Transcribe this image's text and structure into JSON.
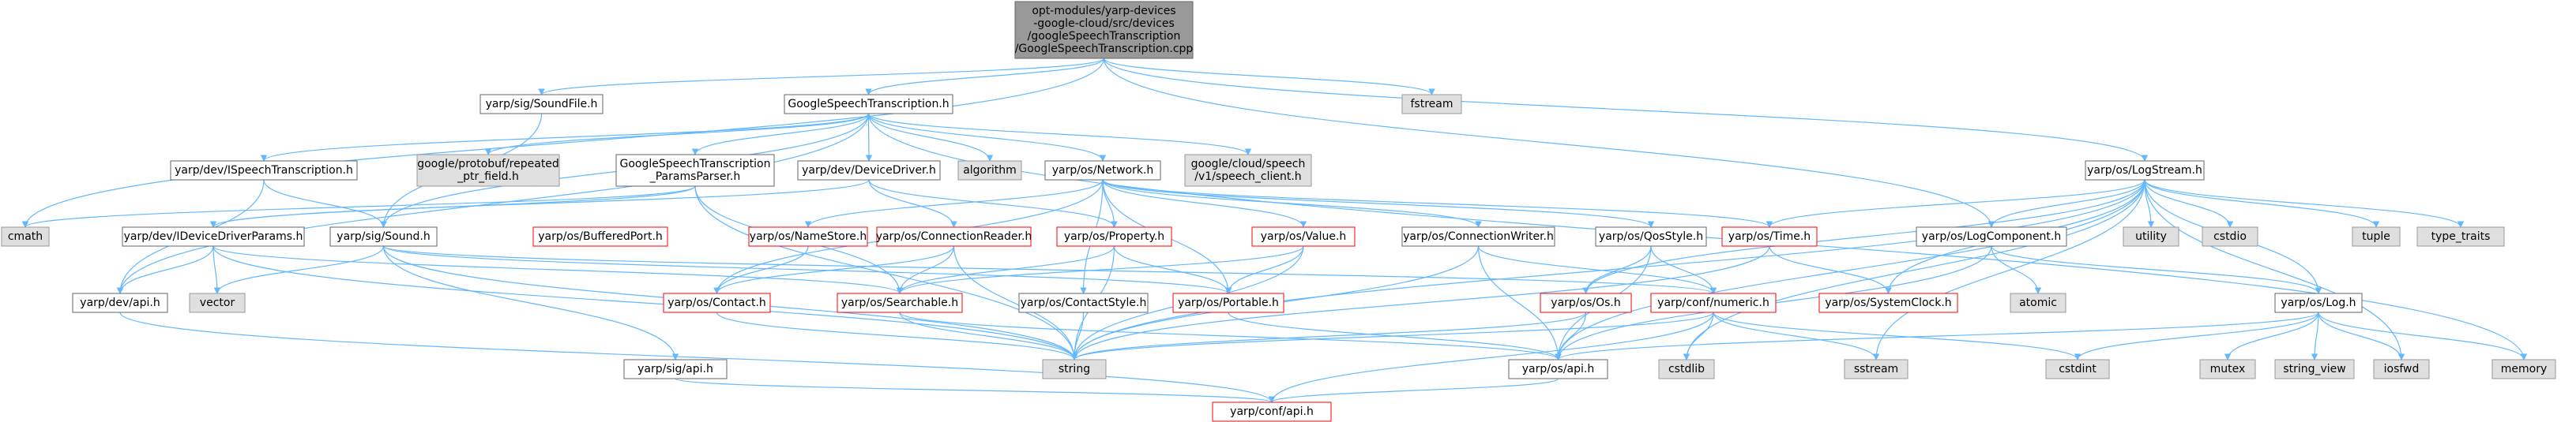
{
  "colors": {
    "normal_border": "#666666",
    "normal_fill": "#ffffff",
    "normal_text": "#000000",
    "missing_fill": "#e0e0e0",
    "missing_border": "#999999",
    "red_border": "#ff0000",
    "root_fill": "#999999",
    "edge": "#63b8ff"
  },
  "nodes": [
    {
      "id": "root",
      "kind": "root",
      "lines": [
        "opt-modules/yarp-devices",
        "-google-cloud/src/devices",
        "/googleSpeechTranscription",
        "/GoogleSpeechTranscription.cpp"
      ]
    },
    {
      "id": "soundfile",
      "kind": "normal",
      "lines": [
        "yarp/sig/SoundFile.h"
      ]
    },
    {
      "id": "gst",
      "kind": "normal",
      "lines": [
        "GoogleSpeechTranscription.h"
      ]
    },
    {
      "id": "fstream",
      "kind": "missing",
      "lines": [
        "fstream"
      ]
    },
    {
      "id": "logstream",
      "kind": "normal",
      "lines": [
        "yarp/os/LogStream.h"
      ]
    },
    {
      "id": "ispeech",
      "kind": "normal",
      "lines": [
        "yarp/dev/ISpeechTranscription.h"
      ]
    },
    {
      "id": "protobuf",
      "kind": "missing",
      "lines": [
        "google/protobuf/repeated",
        "_ptr_field.h"
      ]
    },
    {
      "id": "params",
      "kind": "normal",
      "lines": [
        "GoogleSpeechTranscription",
        "_ParamsParser.h"
      ]
    },
    {
      "id": "devdriver",
      "kind": "normal",
      "lines": [
        "yarp/dev/DeviceDriver.h"
      ]
    },
    {
      "id": "algorithm",
      "kind": "missing",
      "lines": [
        "algorithm"
      ]
    },
    {
      "id": "network",
      "kind": "normal",
      "lines": [
        "yarp/os/Network.h"
      ]
    },
    {
      "id": "gcspeech",
      "kind": "missing",
      "lines": [
        "google/cloud/speech",
        "/v1/speech_client.h"
      ]
    },
    {
      "id": "cmath",
      "kind": "missing",
      "lines": [
        "cmath"
      ]
    },
    {
      "id": "ideviceparams",
      "kind": "normal",
      "lines": [
        "yarp/dev/IDeviceDriverParams.h"
      ]
    },
    {
      "id": "sound",
      "kind": "normal",
      "lines": [
        "yarp/sig/Sound.h"
      ]
    },
    {
      "id": "bufferedport",
      "kind": "red",
      "lines": [
        "yarp/os/BufferedPort.h"
      ]
    },
    {
      "id": "namestore",
      "kind": "red",
      "lines": [
        "yarp/os/NameStore.h"
      ]
    },
    {
      "id": "connreader",
      "kind": "red",
      "lines": [
        "yarp/os/ConnectionReader.h"
      ]
    },
    {
      "id": "property",
      "kind": "red",
      "lines": [
        "yarp/os/Property.h"
      ]
    },
    {
      "id": "value",
      "kind": "red",
      "lines": [
        "yarp/os/Value.h"
      ]
    },
    {
      "id": "connwriter",
      "kind": "normal",
      "lines": [
        "yarp/os/ConnectionWriter.h"
      ]
    },
    {
      "id": "qosstyle",
      "kind": "normal",
      "lines": [
        "yarp/os/QosStyle.h"
      ]
    },
    {
      "id": "time",
      "kind": "red",
      "lines": [
        "yarp/os/Time.h"
      ]
    },
    {
      "id": "logcomponent",
      "kind": "normal",
      "lines": [
        "yarp/os/LogComponent.h"
      ]
    },
    {
      "id": "utility",
      "kind": "missing",
      "lines": [
        "utility"
      ]
    },
    {
      "id": "cstdio",
      "kind": "missing",
      "lines": [
        "cstdio"
      ]
    },
    {
      "id": "tuple",
      "kind": "missing",
      "lines": [
        "tuple"
      ]
    },
    {
      "id": "typetraits",
      "kind": "missing",
      "lines": [
        "type_traits"
      ]
    },
    {
      "id": "devapi",
      "kind": "normal",
      "lines": [
        "yarp/dev/api.h"
      ]
    },
    {
      "id": "vector",
      "kind": "missing",
      "lines": [
        "vector"
      ]
    },
    {
      "id": "contact",
      "kind": "red",
      "lines": [
        "yarp/os/Contact.h"
      ]
    },
    {
      "id": "searchable",
      "kind": "red",
      "lines": [
        "yarp/os/Searchable.h"
      ]
    },
    {
      "id": "contactstyle",
      "kind": "normal",
      "lines": [
        "yarp/os/ContactStyle.h"
      ]
    },
    {
      "id": "portable",
      "kind": "red",
      "lines": [
        "yarp/os/Portable.h"
      ]
    },
    {
      "id": "osh",
      "kind": "red",
      "lines": [
        "yarp/os/Os.h"
      ]
    },
    {
      "id": "numeric",
      "kind": "red",
      "lines": [
        "yarp/conf/numeric.h"
      ]
    },
    {
      "id": "systemclock",
      "kind": "red",
      "lines": [
        "yarp/os/SystemClock.h"
      ]
    },
    {
      "id": "atomic",
      "kind": "missing",
      "lines": [
        "atomic"
      ]
    },
    {
      "id": "logh",
      "kind": "normal",
      "lines": [
        "yarp/os/Log.h"
      ]
    },
    {
      "id": "sigapi",
      "kind": "normal",
      "lines": [
        "yarp/sig/api.h"
      ]
    },
    {
      "id": "string",
      "kind": "missing",
      "lines": [
        "string"
      ]
    },
    {
      "id": "osapi",
      "kind": "normal",
      "lines": [
        "yarp/os/api.h"
      ]
    },
    {
      "id": "cstdlib",
      "kind": "missing",
      "lines": [
        "cstdlib"
      ]
    },
    {
      "id": "sstream",
      "kind": "missing",
      "lines": [
        "sstream"
      ]
    },
    {
      "id": "cstdint",
      "kind": "missing",
      "lines": [
        "cstdint"
      ]
    },
    {
      "id": "mutex",
      "kind": "missing",
      "lines": [
        "mutex"
      ]
    },
    {
      "id": "stringview",
      "kind": "missing",
      "lines": [
        "string_view"
      ]
    },
    {
      "id": "iosfwd",
      "kind": "missing",
      "lines": [
        "iosfwd"
      ]
    },
    {
      "id": "memory",
      "kind": "missing",
      "lines": [
        "memory"
      ]
    },
    {
      "id": "confapi",
      "kind": "red",
      "lines": [
        "yarp/conf/api.h"
      ]
    }
  ],
  "edges": [
    [
      "root",
      "soundfile"
    ],
    [
      "root",
      "gst"
    ],
    [
      "root",
      "fstream"
    ],
    [
      "root",
      "logstream"
    ],
    [
      "root",
      "cmath"
    ],
    [
      "root",
      "logcomponent"
    ],
    [
      "soundfile",
      "sound"
    ],
    [
      "gst",
      "ispeech"
    ],
    [
      "gst",
      "protobuf"
    ],
    [
      "gst",
      "params"
    ],
    [
      "gst",
      "devdriver"
    ],
    [
      "gst",
      "algorithm"
    ],
    [
      "gst",
      "network"
    ],
    [
      "gst",
      "gcspeech"
    ],
    [
      "gst",
      "memory"
    ],
    [
      "gst",
      "devapi"
    ],
    [
      "gst",
      "sound"
    ],
    [
      "ispeech",
      "sound"
    ],
    [
      "ispeech",
      "devapi"
    ],
    [
      "params",
      "ideviceparams"
    ],
    [
      "params",
      "string"
    ],
    [
      "params",
      "cmath"
    ],
    [
      "params",
      "searchable"
    ],
    [
      "devdriver",
      "property"
    ],
    [
      "devdriver",
      "connreader"
    ],
    [
      "devdriver",
      "ideviceparams"
    ],
    [
      "network",
      "namestore"
    ],
    [
      "network",
      "property"
    ],
    [
      "network",
      "value"
    ],
    [
      "network",
      "connwriter"
    ],
    [
      "network",
      "qosstyle"
    ],
    [
      "network",
      "time"
    ],
    [
      "network",
      "contact"
    ],
    [
      "network",
      "contactstyle"
    ],
    [
      "network",
      "portable"
    ],
    [
      "logstream",
      "time"
    ],
    [
      "logstream",
      "logcomponent"
    ],
    [
      "logstream",
      "utility"
    ],
    [
      "logstream",
      "cstdio"
    ],
    [
      "logstream",
      "tuple"
    ],
    [
      "logstream",
      "typetraits"
    ],
    [
      "logstream",
      "iosfwd"
    ],
    [
      "logstream",
      "logh"
    ],
    [
      "logstream",
      "osapi"
    ],
    [
      "logstream",
      "string"
    ],
    [
      "logstream",
      "sstream"
    ],
    [
      "logstream",
      "cstdlib"
    ],
    [
      "logstream",
      "osh"
    ],
    [
      "logstream",
      "systemclock"
    ],
    [
      "ideviceparams",
      "devapi"
    ],
    [
      "ideviceparams",
      "vector"
    ],
    [
      "ideviceparams",
      "string"
    ],
    [
      "ideviceparams",
      "searchable"
    ],
    [
      "sound",
      "vector"
    ],
    [
      "sound",
      "string"
    ],
    [
      "sound",
      "sigapi"
    ],
    [
      "sound",
      "numeric"
    ],
    [
      "sound",
      "portable"
    ],
    [
      "namestore",
      "contact"
    ],
    [
      "connreader",
      "contact"
    ],
    [
      "connreader",
      "searchable"
    ],
    [
      "connreader",
      "string"
    ],
    [
      "property",
      "searchable"
    ],
    [
      "property",
      "portable"
    ],
    [
      "property",
      "string"
    ],
    [
      "value",
      "searchable"
    ],
    [
      "value",
      "portable"
    ],
    [
      "value",
      "string"
    ],
    [
      "connwriter",
      "numeric"
    ],
    [
      "connwriter",
      "osapi"
    ],
    [
      "connwriter",
      "string"
    ],
    [
      "qosstyle",
      "numeric"
    ],
    [
      "qosstyle",
      "osh"
    ],
    [
      "qosstyle",
      "osapi"
    ],
    [
      "time",
      "systemclock"
    ],
    [
      "time",
      "string"
    ],
    [
      "logcomponent",
      "atomic"
    ],
    [
      "logcomponent",
      "logh"
    ],
    [
      "logcomponent",
      "osapi"
    ],
    [
      "devapi",
      "confapi"
    ],
    [
      "contact",
      "string"
    ],
    [
      "searchable",
      "string"
    ],
    [
      "searchable",
      "osapi"
    ],
    [
      "contactstyle",
      "string"
    ],
    [
      "portable",
      "osapi"
    ],
    [
      "osh",
      "string"
    ],
    [
      "osh",
      "osapi"
    ],
    [
      "numeric",
      "string"
    ],
    [
      "numeric",
      "cstdlib"
    ],
    [
      "numeric",
      "sstream"
    ],
    [
      "numeric",
      "cstdint"
    ],
    [
      "numeric",
      "confapi"
    ],
    [
      "logh",
      "osapi"
    ],
    [
      "logh",
      "cstdint"
    ],
    [
      "logh",
      "mutex"
    ],
    [
      "logh",
      "stringview"
    ],
    [
      "logh",
      "iosfwd"
    ],
    [
      "logh",
      "memory"
    ],
    [
      "sigapi",
      "confapi"
    ],
    [
      "osapi",
      "confapi"
    ]
  ]
}
